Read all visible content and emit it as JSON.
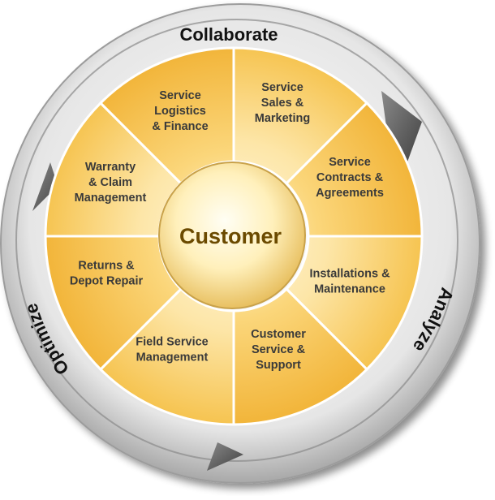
{
  "ring": {
    "top": "Collaborate",
    "right": "Analyze",
    "left": "Optimize"
  },
  "center": "Customer",
  "segments": [
    [
      "Service",
      "Sales &",
      "Marketing"
    ],
    [
      "Service",
      "Contracts &",
      "Agreements"
    ],
    [
      "Installations &",
      "Maintenance"
    ],
    [
      "Customer",
      "Service &",
      "Support"
    ],
    [
      "Field Service",
      "Management"
    ],
    [
      "Returns &",
      "Depot Repair"
    ],
    [
      "Warranty",
      "& Claim",
      "Management"
    ],
    [
      "Service",
      "Logistics",
      "& Finance"
    ]
  ],
  "colors": {
    "segment_light": "#fde8a8",
    "segment_dark": "#f0b73a",
    "ring_light": "#eeeeee",
    "ring_dark": "#9a9a9a",
    "arrow_dark": "#555555"
  }
}
